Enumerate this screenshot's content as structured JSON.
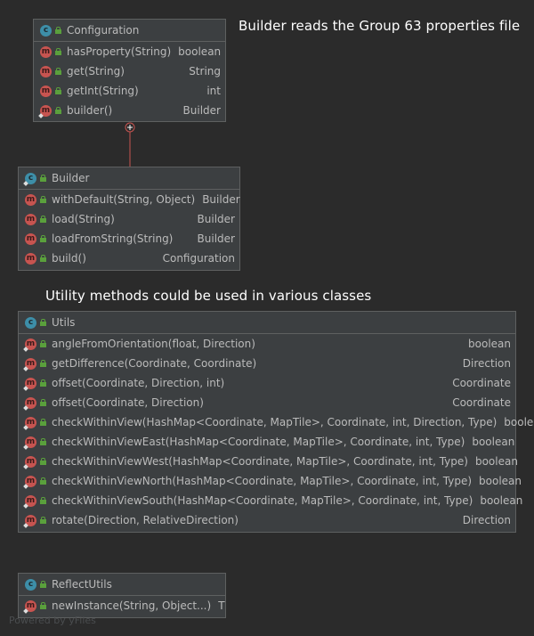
{
  "notes": {
    "builder_note": "Builder reads the Group 63 properties file",
    "utility_note": "Utility methods could be used in various classes"
  },
  "class_icon_letter": "c",
  "method_icon_letter": "m",
  "classes": {
    "configuration": {
      "name": "Configuration",
      "methods": [
        {
          "name": "hasProperty(String)",
          "type": "boolean"
        },
        {
          "name": "get(String)",
          "type": "String"
        },
        {
          "name": "getInt(String)",
          "type": "int"
        },
        {
          "name": "builder()",
          "type": "Builder"
        }
      ]
    },
    "builder": {
      "name": "Builder",
      "methods": [
        {
          "name": "withDefault(String, Object)",
          "type": "Builder"
        },
        {
          "name": "load(String)",
          "type": "Builder"
        },
        {
          "name": "loadFromString(String)",
          "type": "Builder"
        },
        {
          "name": "build()",
          "type": "Configuration"
        }
      ]
    },
    "utils": {
      "name": "Utils",
      "methods": [
        {
          "name": "angleFromOrientation(float, Direction)",
          "type": "boolean"
        },
        {
          "name": "getDifference(Coordinate, Coordinate)",
          "type": "Direction"
        },
        {
          "name": "offset(Coordinate, Direction, int)",
          "type": "Coordinate"
        },
        {
          "name": "offset(Coordinate, Direction)",
          "type": "Coordinate"
        },
        {
          "name": "checkWithinView(HashMap<Coordinate, MapTile>, Coordinate, int, Direction, Type)",
          "type": "boolean"
        },
        {
          "name": "checkWithinViewEast(HashMap<Coordinate, MapTile>, Coordinate, int, Type)",
          "type": "boolean"
        },
        {
          "name": "checkWithinViewWest(HashMap<Coordinate, MapTile>, Coordinate, int, Type)",
          "type": "boolean"
        },
        {
          "name": "checkWithinViewNorth(HashMap<Coordinate, MapTile>, Coordinate, int, Type)",
          "type": "boolean"
        },
        {
          "name": "checkWithinViewSouth(HashMap<Coordinate, MapTile>, Coordinate, int, Type)",
          "type": "boolean"
        },
        {
          "name": "rotate(Direction, RelativeDirection)",
          "type": "Direction"
        }
      ]
    },
    "reflectutils": {
      "name": "ReflectUtils",
      "methods": [
        {
          "name": "newInstance(String, Object...)",
          "type": "T"
        }
      ]
    }
  },
  "watermark": "Powered by yFiles",
  "colors": {
    "background": "#2b2b2b",
    "class_icon": "#3d8ea8",
    "method_icon": "#c75450",
    "connector": "#c75450",
    "visibility_lock": "#5aa03c"
  }
}
